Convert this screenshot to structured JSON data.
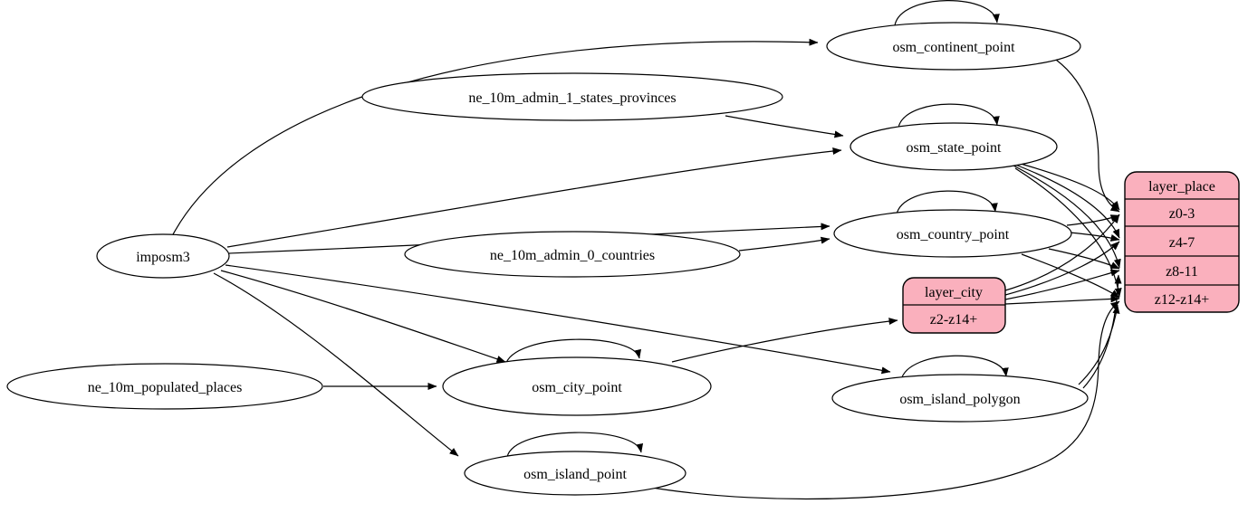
{
  "diagram": {
    "colors": {
      "record_fill": "#fab0bd",
      "node_fill": "#ffffff",
      "stroke": "#000000"
    },
    "nodes": {
      "imposm3": {
        "label": "imposm3",
        "shape": "ellipse"
      },
      "ne_10m_admin_1_states_provinces": {
        "label": "ne_10m_admin_1_states_provinces",
        "shape": "ellipse"
      },
      "ne_10m_admin_0_countries": {
        "label": "ne_10m_admin_0_countries",
        "shape": "ellipse"
      },
      "ne_10m_populated_places": {
        "label": "ne_10m_populated_places",
        "shape": "ellipse"
      },
      "osm_continent_point": {
        "label": "osm_continent_point",
        "shape": "ellipse"
      },
      "osm_state_point": {
        "label": "osm_state_point",
        "shape": "ellipse"
      },
      "osm_country_point": {
        "label": "osm_country_point",
        "shape": "ellipse"
      },
      "osm_city_point": {
        "label": "osm_city_point",
        "shape": "ellipse"
      },
      "osm_island_polygon": {
        "label": "osm_island_polygon",
        "shape": "ellipse"
      },
      "osm_island_point": {
        "label": "osm_island_point",
        "shape": "ellipse"
      },
      "layer_city": {
        "title": "layer_city",
        "rows": [
          "z2-z14+"
        ],
        "shape": "record"
      },
      "layer_place": {
        "title": "layer_place",
        "rows": [
          "z0-3",
          "z4-7",
          "z8-11",
          "z12-z14+"
        ],
        "shape": "record"
      }
    },
    "edges": [
      {
        "from": "imposm3",
        "to": "osm_continent_point"
      },
      {
        "from": "imposm3",
        "to": "osm_state_point"
      },
      {
        "from": "imposm3",
        "to": "osm_country_point"
      },
      {
        "from": "imposm3",
        "to": "osm_city_point"
      },
      {
        "from": "imposm3",
        "to": "osm_island_polygon"
      },
      {
        "from": "imposm3",
        "to": "osm_island_point"
      },
      {
        "from": "ne_10m_admin_1_states_provinces",
        "to": "osm_state_point"
      },
      {
        "from": "ne_10m_admin_0_countries",
        "to": "osm_country_point"
      },
      {
        "from": "ne_10m_populated_places",
        "to": "osm_city_point"
      },
      {
        "from": "osm_continent_point",
        "to": "osm_continent_point"
      },
      {
        "from": "osm_state_point",
        "to": "osm_state_point"
      },
      {
        "from": "osm_country_point",
        "to": "osm_country_point"
      },
      {
        "from": "osm_city_point",
        "to": "osm_city_point"
      },
      {
        "from": "osm_island_polygon",
        "to": "osm_island_polygon"
      },
      {
        "from": "osm_island_point",
        "to": "osm_island_point"
      },
      {
        "from": "osm_city_point",
        "to": "layer_city:z2-z14+"
      },
      {
        "from": "layer_city:z2-z14+",
        "to": "layer_place:z0-3"
      },
      {
        "from": "layer_city:z2-z14+",
        "to": "layer_place:z4-7"
      },
      {
        "from": "layer_city:z2-z14+",
        "to": "layer_place:z8-11"
      },
      {
        "from": "layer_city:z2-z14+",
        "to": "layer_place:z12-z14+"
      },
      {
        "from": "osm_state_point",
        "to": "layer_place:z0-3"
      },
      {
        "from": "osm_state_point",
        "to": "layer_place:z4-7"
      },
      {
        "from": "osm_state_point",
        "to": "layer_place:z8-11"
      },
      {
        "from": "osm_state_point",
        "to": "layer_place:z12-z14+"
      },
      {
        "from": "osm_country_point",
        "to": "layer_place:z0-3"
      },
      {
        "from": "osm_country_point",
        "to": "layer_place:z4-7"
      },
      {
        "from": "osm_country_point",
        "to": "layer_place:z8-11"
      },
      {
        "from": "osm_country_point",
        "to": "layer_place:z12-z14+"
      },
      {
        "from": "osm_continent_point",
        "to": "layer_place:z0-3"
      },
      {
        "from": "osm_island_polygon",
        "to": "layer_place:z8-11"
      },
      {
        "from": "osm_island_polygon",
        "to": "layer_place:z12-z14+"
      },
      {
        "from": "osm_island_point",
        "to": "layer_place:z12-z14+"
      }
    ]
  }
}
